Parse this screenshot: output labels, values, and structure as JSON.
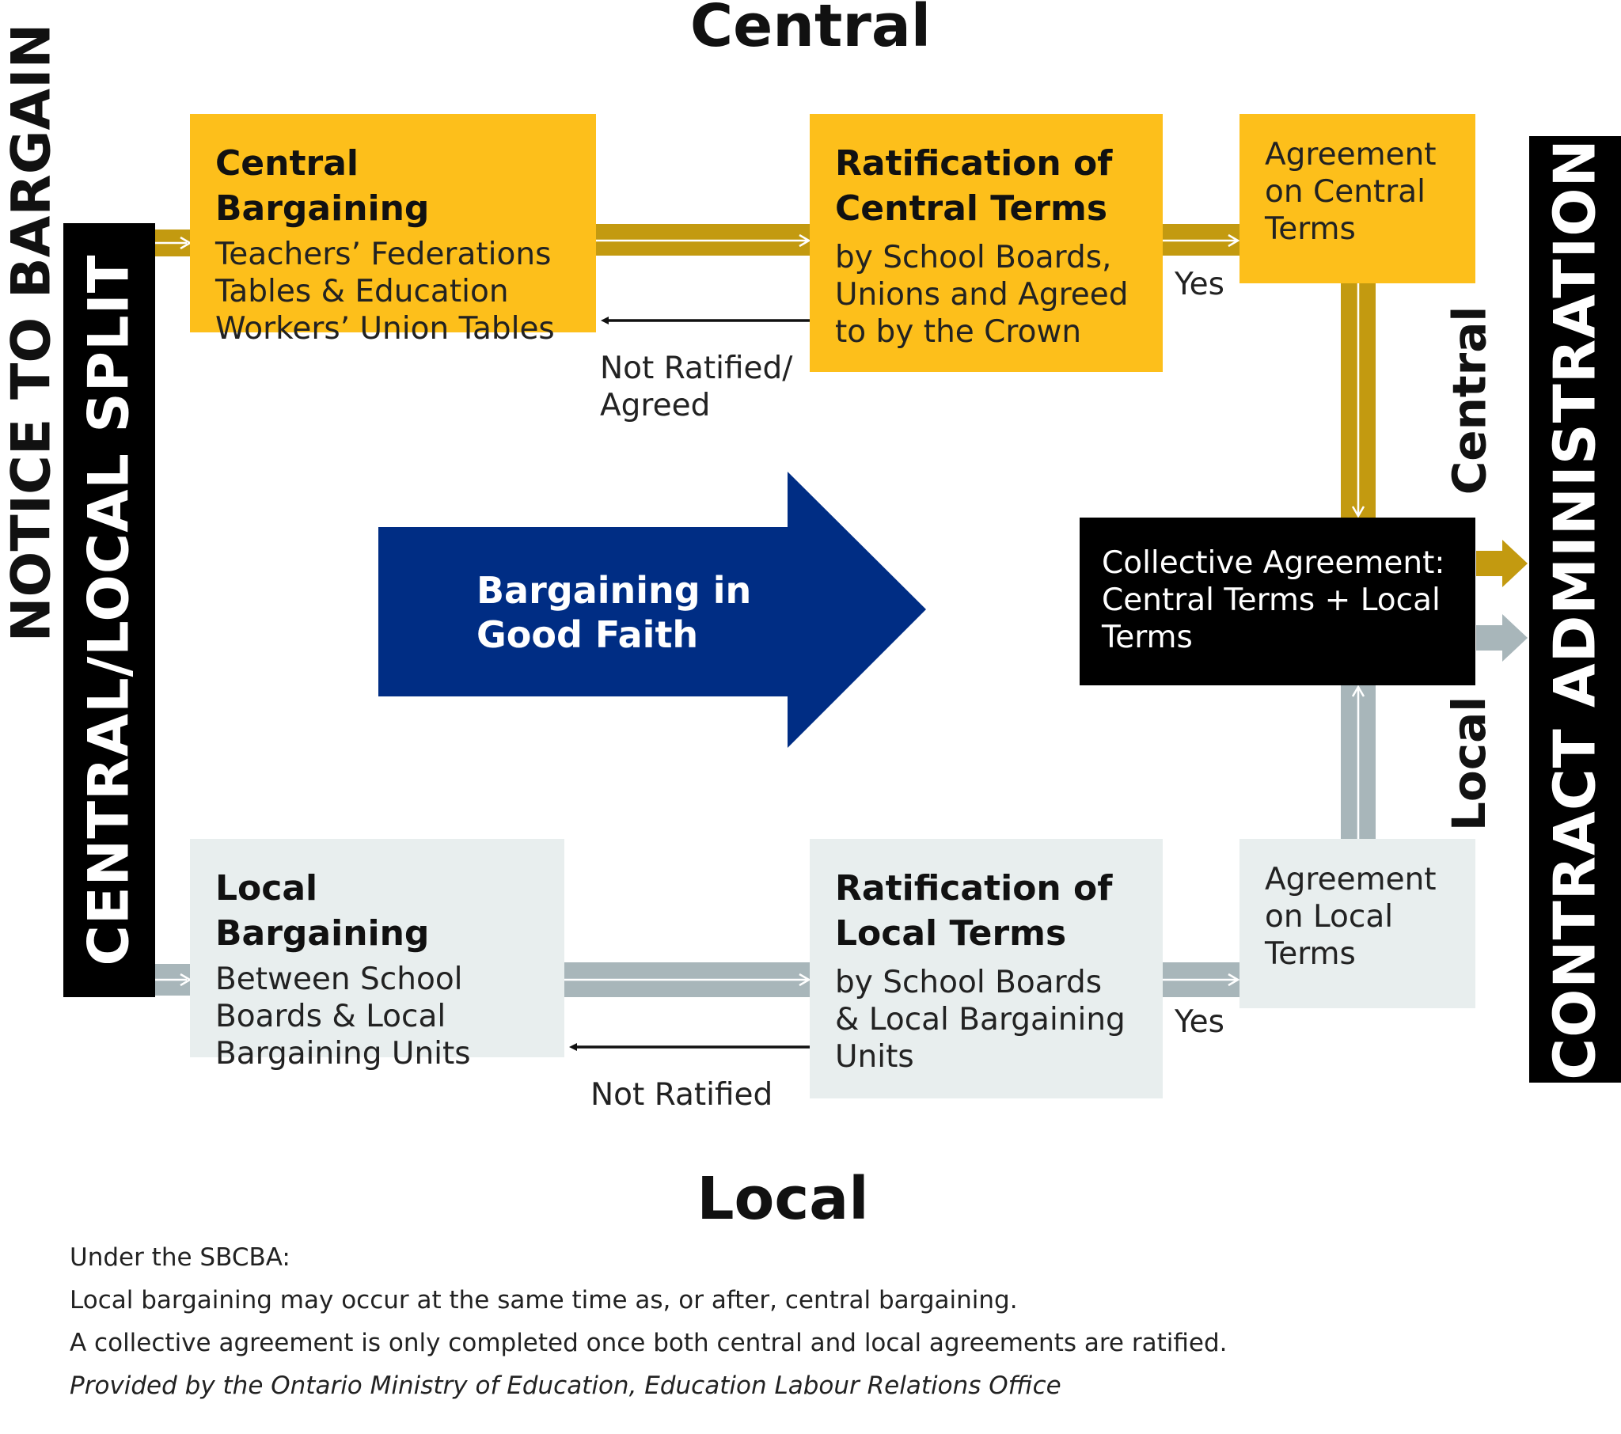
{
  "headings": {
    "central": "Central",
    "local": "Local"
  },
  "left_bars": {
    "notice": "NOTICE TO BARGAIN",
    "split": "CENTRAL/LOCAL SPLIT"
  },
  "right_bar": "CONTRACT ADMINISTRATION",
  "side_labels": {
    "central": "Central",
    "local": "Local"
  },
  "central_row": {
    "bargaining": {
      "title": "Central Bargaining",
      "text": "Teachers’ Federations\nTables & Education\nWorkers’ Union Tables"
    },
    "ratification": {
      "title": "Ratification of\nCentral Terms",
      "text": "by School Boards,\nUnions and Agreed\nto by the Crown"
    },
    "agreement": "Agreement\non Central\nTerms",
    "yes_label": "Yes",
    "no_label": "Not Ratified/\nAgreed"
  },
  "local_row": {
    "bargaining": {
      "title": "Local Bargaining",
      "text": "Between School\nBoards & Local\nBargaining Units"
    },
    "ratification": {
      "title": "Ratification of\nLocal Terms",
      "text": "by School Boards\n& Local Bargaining\nUnits"
    },
    "agreement": "Agreement\non Local\nTerms",
    "yes_label": "Yes",
    "no_label": "Not Ratified"
  },
  "center_arrow": "Bargaining in\nGood Faith",
  "collective_agreement": "Collective Agreement:\nCentral Terms + Local\nTerms",
  "notes": {
    "line1": "Under the SBCBA:",
    "line2": "Local bargaining may occur at the same time as, or after, central bargaining.",
    "line3": "A collective agreement is only completed once both central and local agreements are ratified.",
    "credit": "Provided by the Ontario Ministry of Education, Education Labour Relations Office"
  },
  "colors": {
    "gold": "#fdbf1b",
    "gold_dark": "#c39a10",
    "grey_box": "#e8eeee",
    "grey_track": "#a8b6ba",
    "navy": "#002d84",
    "black": "#000000"
  }
}
